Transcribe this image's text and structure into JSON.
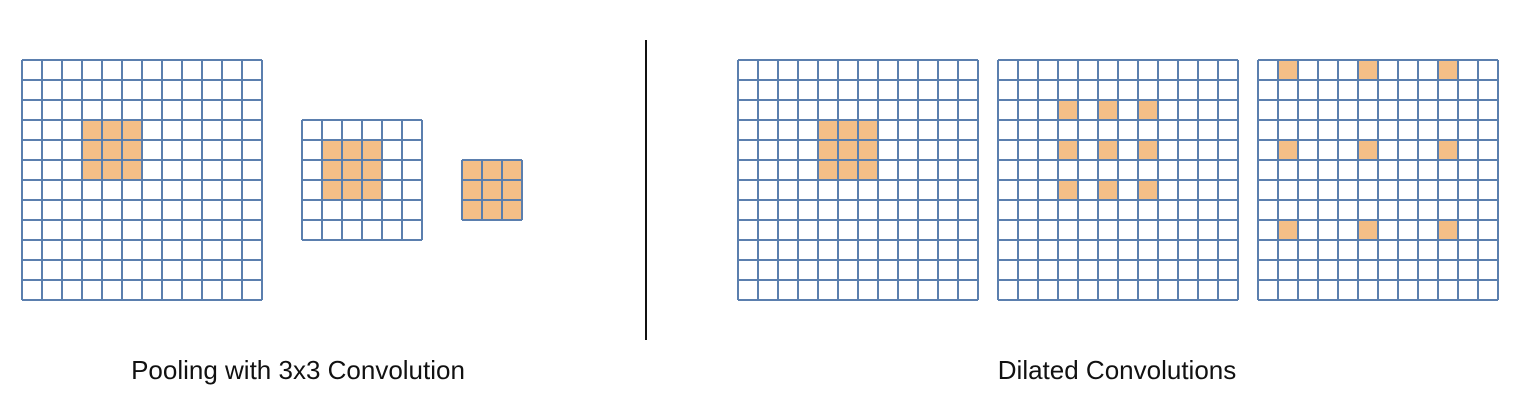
{
  "captions": {
    "left": "Pooling with 3x3 Convolution",
    "right": "Dilated Convolutions"
  },
  "colors": {
    "grid_line": "#5b7fae",
    "highlight": "#f5bf87",
    "divider": "#111111",
    "background": "#ffffff"
  },
  "panels": {
    "pooling": [
      {
        "name": "grid-12x12",
        "size": 12,
        "highlight": [
          [
            3,
            3
          ],
          [
            3,
            4
          ],
          [
            3,
            5
          ],
          [
            4,
            3
          ],
          [
            4,
            4
          ],
          [
            4,
            5
          ],
          [
            5,
            3
          ],
          [
            5,
            4
          ],
          [
            5,
            5
          ]
        ]
      },
      {
        "name": "grid-6x6",
        "size": 6,
        "highlight": [
          [
            1,
            1
          ],
          [
            1,
            2
          ],
          [
            1,
            3
          ],
          [
            2,
            1
          ],
          [
            2,
            2
          ],
          [
            2,
            3
          ],
          [
            3,
            1
          ],
          [
            3,
            2
          ],
          [
            3,
            3
          ]
        ]
      },
      {
        "name": "grid-3x3",
        "size": 3,
        "highlight": [
          [
            0,
            0
          ],
          [
            0,
            1
          ],
          [
            0,
            2
          ],
          [
            1,
            0
          ],
          [
            1,
            1
          ],
          [
            1,
            2
          ],
          [
            2,
            0
          ],
          [
            2,
            1
          ],
          [
            2,
            2
          ]
        ]
      }
    ],
    "dilated": [
      {
        "name": "dilation-1",
        "size": 12,
        "highlight": [
          [
            3,
            4
          ],
          [
            3,
            5
          ],
          [
            3,
            6
          ],
          [
            4,
            4
          ],
          [
            4,
            5
          ],
          [
            4,
            6
          ],
          [
            5,
            4
          ],
          [
            5,
            5
          ],
          [
            5,
            6
          ]
        ]
      },
      {
        "name": "dilation-2",
        "size": 12,
        "highlight": [
          [
            2,
            3
          ],
          [
            2,
            5
          ],
          [
            2,
            7
          ],
          [
            4,
            3
          ],
          [
            4,
            5
          ],
          [
            4,
            7
          ],
          [
            6,
            3
          ],
          [
            6,
            5
          ],
          [
            6,
            7
          ]
        ]
      },
      {
        "name": "dilation-4",
        "size": 12,
        "highlight": [
          [
            0,
            1
          ],
          [
            0,
            5
          ],
          [
            0,
            9
          ],
          [
            4,
            1
          ],
          [
            4,
            5
          ],
          [
            4,
            9
          ],
          [
            8,
            1
          ],
          [
            8,
            5
          ],
          [
            8,
            9
          ]
        ]
      }
    ]
  }
}
